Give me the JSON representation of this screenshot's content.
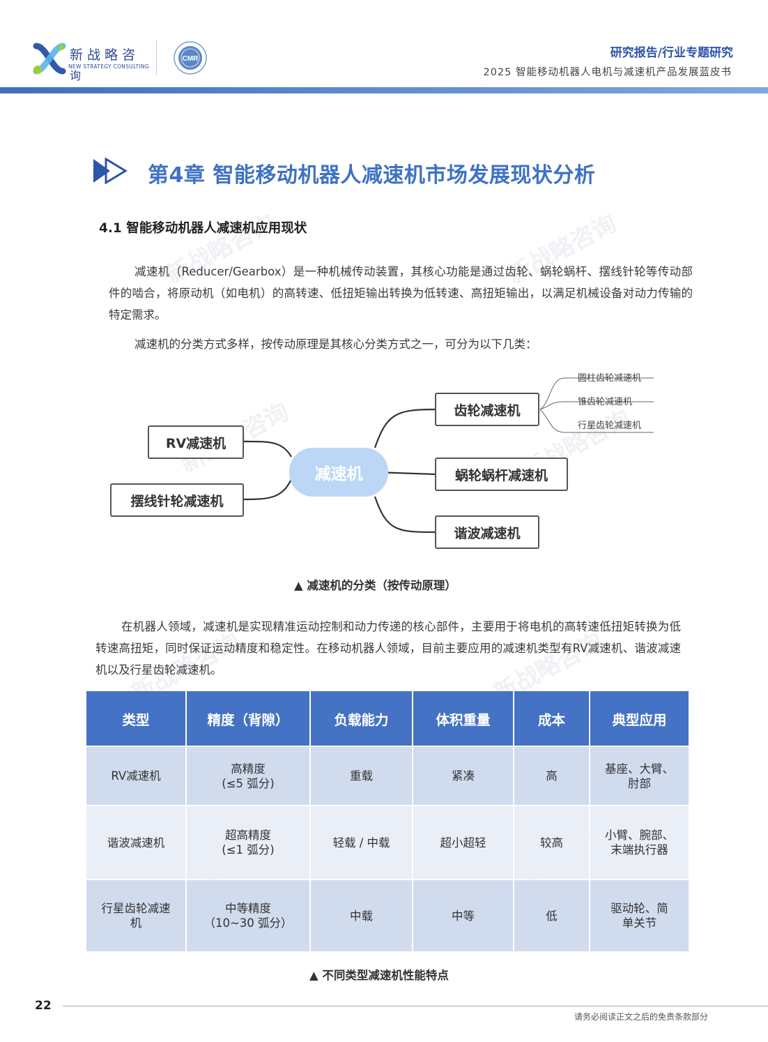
{
  "header": {
    "logo_cn": "新战略咨",
    "logo_cn2": "询",
    "logo_en": "NEW STRATEGY CONSULTING",
    "badge_text": "CMR",
    "report_type": "研究报告/行业专题研究",
    "report_title": "2025 智能移动机器人电机与减速机产品发展蓝皮书",
    "accent_color": "#3e70c0"
  },
  "chapter": {
    "icon": "double-play-icon",
    "title": "第4章 智能移动机器人减速机市场发展现状分析"
  },
  "section": {
    "title": "4.1  智能移动机器人减速机应用现状"
  },
  "paragraphs": {
    "p1": "减速机（Reducer/Gearbox）是一种机械传动装置，其核心功能是通过齿轮、蜗轮蜗杆、摆线针轮等传动部件的啮合，将原动机（如电机）的高转速、低扭矩输出转换为低转速、高扭矩输出，以满足机械设备对动力传输的特定需求。",
    "p2": "减速机的分类方式多样，按传动原理是其核心分类方式之一，可分为以下几类：",
    "p3": "在机器人领域，减速机是实现精准运动控制和动力传递的核心部件，主要用于将电机的高转速低扭矩转换为低转速高扭矩，同时保证运动精度和稳定性。在移动机器人领域，目前主要应用的减速机类型有RV减速机、谐波减速机以及行星齿轮减速机。"
  },
  "mindmap": {
    "center": "减速机",
    "left": [
      "RV减速机",
      "摆线针轮减速机"
    ],
    "right": [
      "齿轮减速机",
      "蜗轮蜗杆减速机",
      "谐波减速机"
    ],
    "gear_children": [
      "圆柱齿轮减速机",
      "锥齿轮减速机",
      "行星齿轮减速机"
    ],
    "caption": "▲  减速机的分类（按传动原理）"
  },
  "table": {
    "headers": [
      "类型",
      "精度（背隙）",
      "负载能力",
      "体积重量",
      "成本",
      "典型应用"
    ],
    "rows": [
      [
        "RV减速机",
        "高精度\n(≤5 弧分)",
        "重载",
        "紧凑",
        "高",
        "基座、大臂、\n肘部"
      ],
      [
        "谐波减速机",
        "超高精度\n(≤1 弧分)",
        "轻载 / 中载",
        "超小超轻",
        "较高",
        "小臂、腕部、\n末端执行器"
      ],
      [
        "行星齿轮减速\n机",
        "中等精度\n（10~30 弧分）",
        "中载",
        "中等",
        "低",
        "驱动轮、简\n单关节"
      ]
    ],
    "caption": "▲ 不同类型减速机性能特点",
    "header_color": "#4472c4"
  },
  "footer": {
    "page_number": "22",
    "note": "请务必阅读正文之后的免责条款部分"
  }
}
